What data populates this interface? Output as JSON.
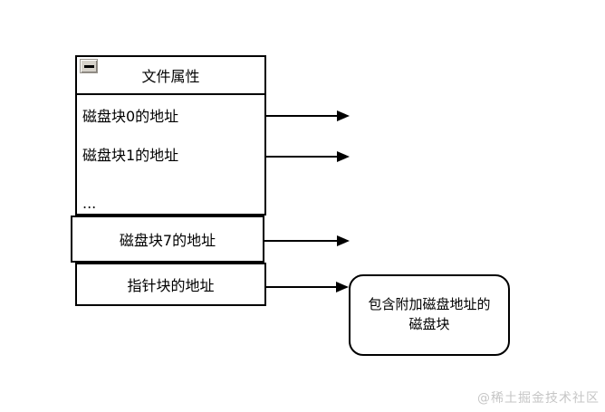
{
  "inode_table": {
    "header_title": "文件属性",
    "rows": [
      "磁盘块0的地址",
      "磁盘块1的地址",
      "..."
    ]
  },
  "block7_row": "磁盘块7的地址",
  "pointer_row": "指针块的地址",
  "indirect_block": {
    "line1": "包含附加磁盘地址的",
    "line2": "磁盘块"
  },
  "watermark": "@稀土掘金技术社区",
  "icons": {
    "collapse": "minus-collapse-icon"
  },
  "colors": {
    "line": "#000000",
    "background": "#ffffff",
    "watermark": "#c6c6c6"
  }
}
